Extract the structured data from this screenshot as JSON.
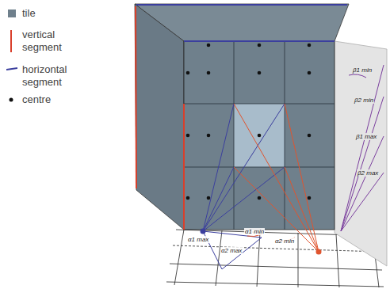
{
  "diagram": {
    "labels": [
      "α1 max",
      "α2 max",
      "α1 min",
      "α2 min",
      "β1 min",
      "β2 min",
      "β1 max",
      "β2 max"
    ],
    "legend": [
      {
        "text": "tile",
        "color": "#6f808c"
      },
      {
        "text": "vertical segment"
      },
      {
        "text": "horizontal segment"
      },
      {
        "text": "centre"
      }
    ]
  }
}
